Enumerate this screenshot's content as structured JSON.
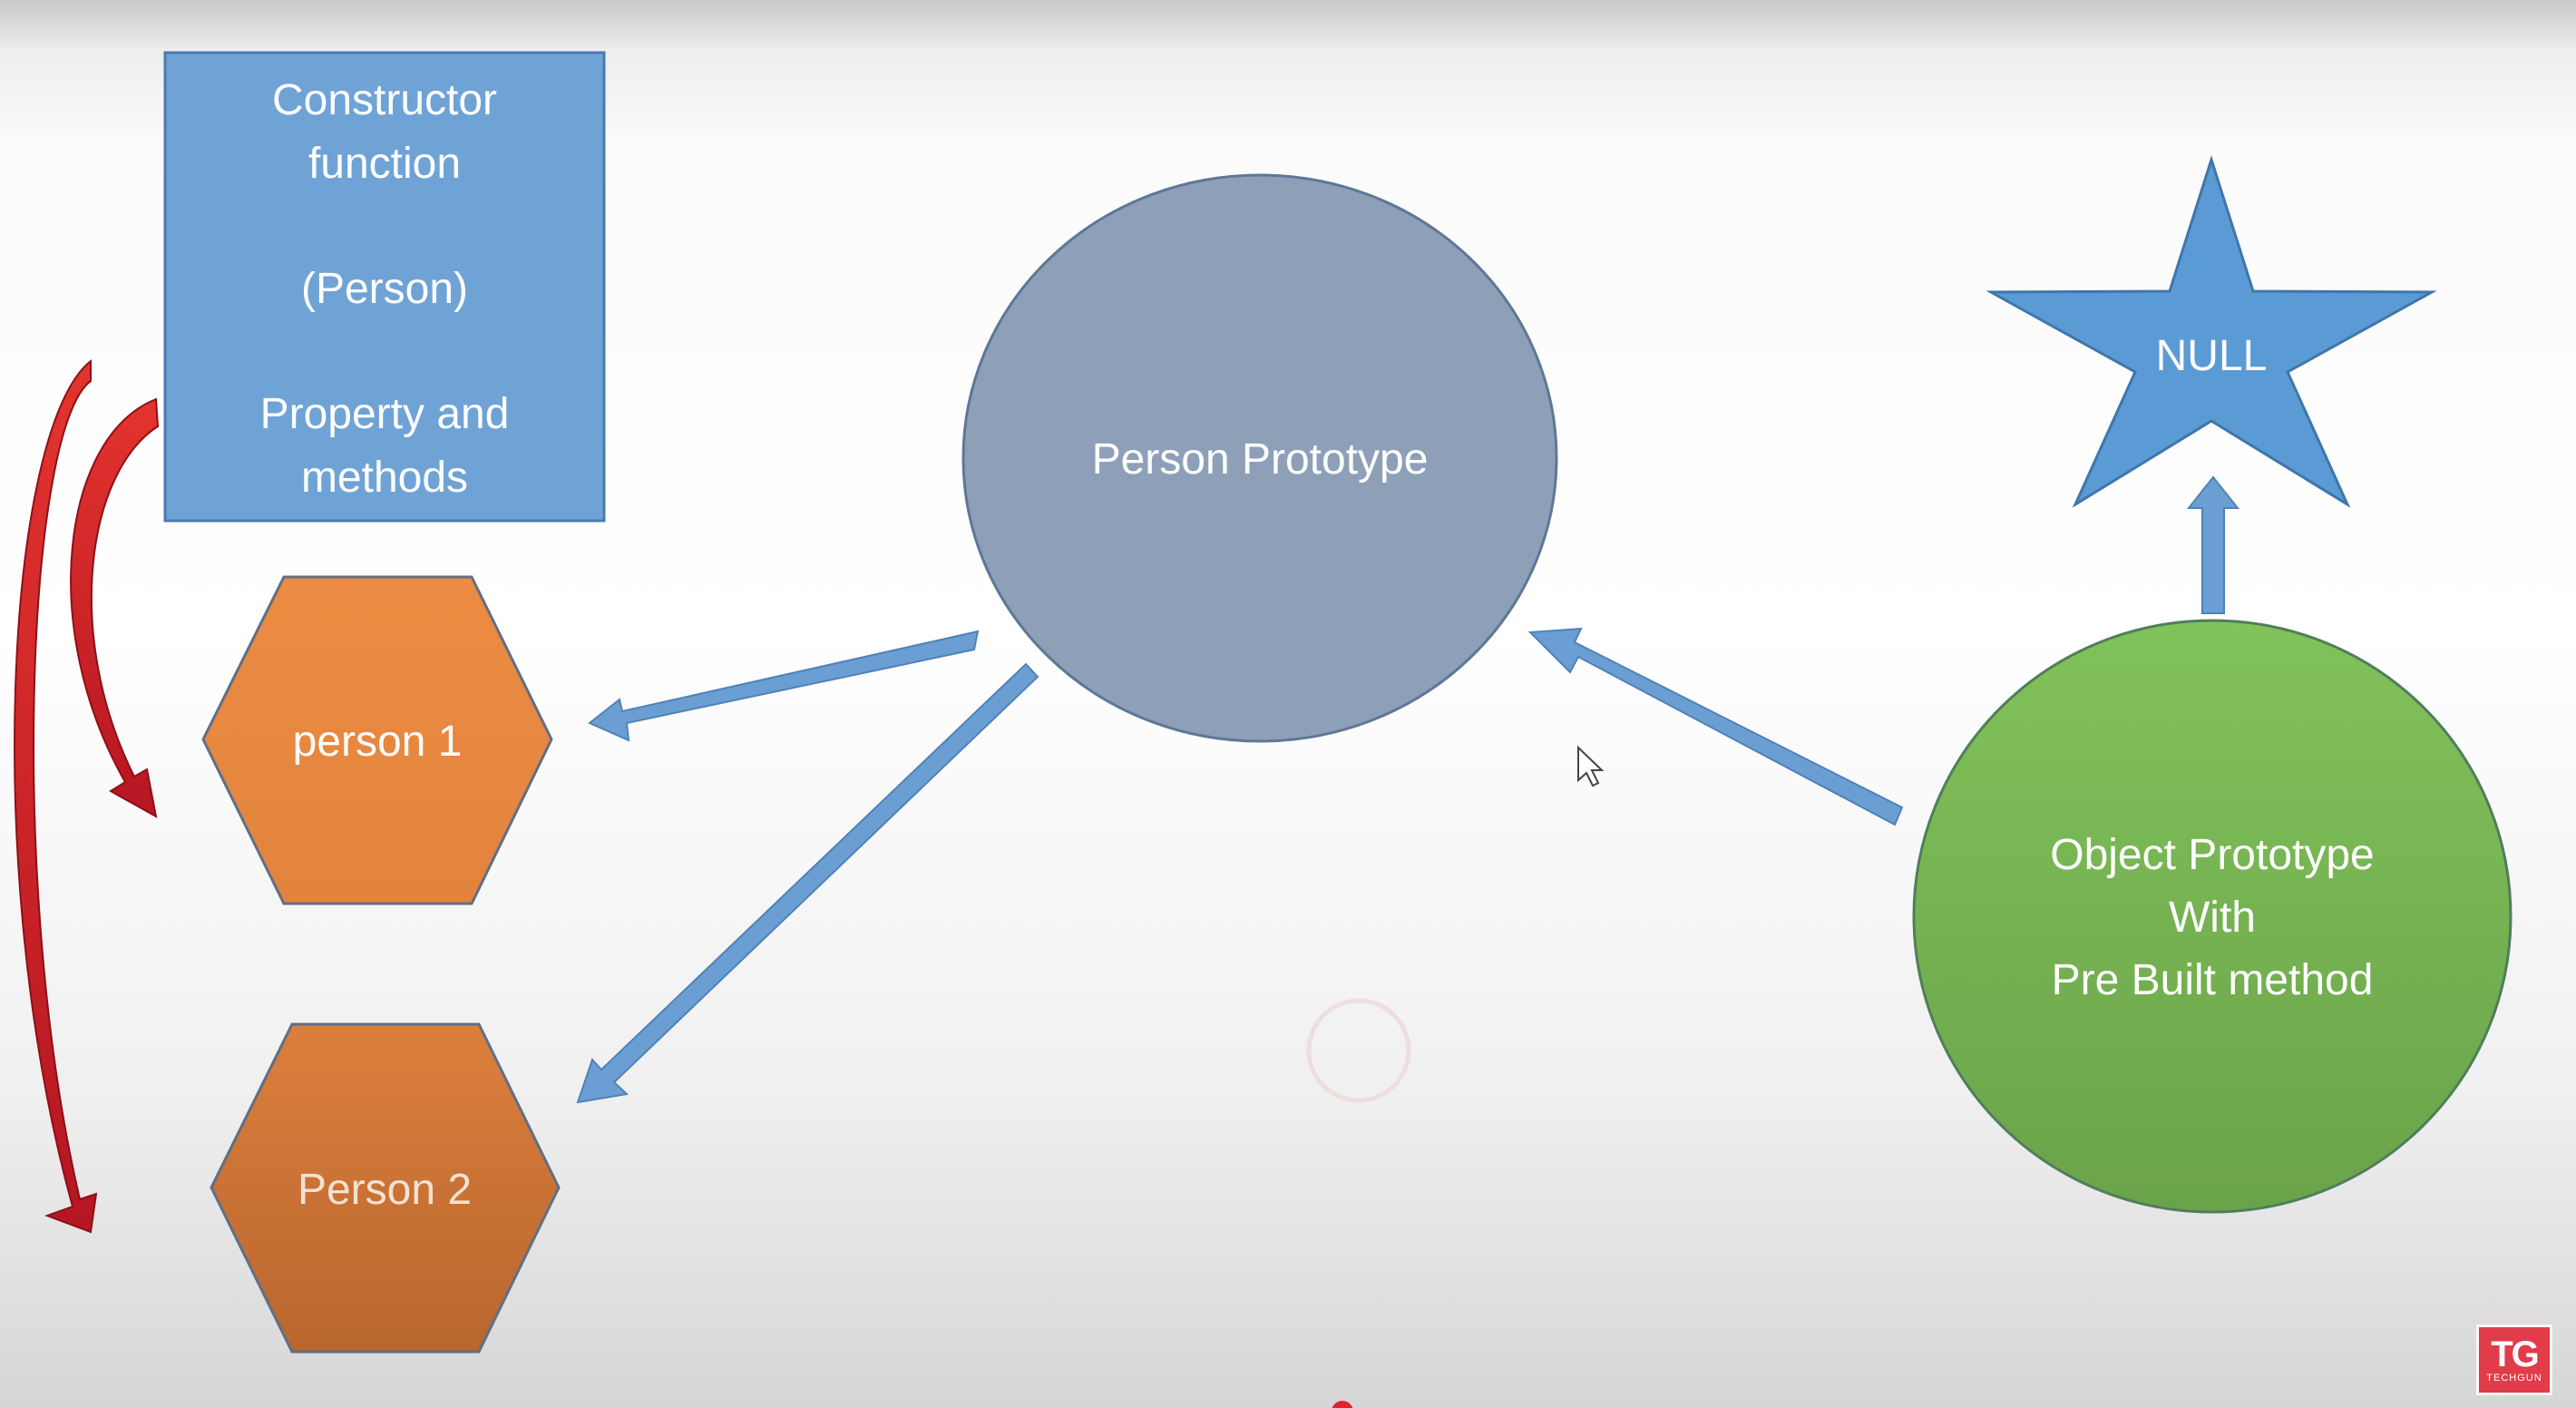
{
  "diagram": {
    "constructor_box": {
      "line1": "Constructor",
      "line2": "function",
      "line3": "(Person)",
      "line4": "Property and",
      "line5": "methods"
    },
    "person_prototype": {
      "label": "Person Prototype"
    },
    "null_star": {
      "label": "NULL"
    },
    "object_prototype": {
      "line1": "Object Prototype",
      "line2": "With",
      "line3": "Pre Built method"
    },
    "person1": {
      "label": "person 1"
    },
    "person2": {
      "label": "Person 2"
    }
  },
  "logo": {
    "mark": "TG",
    "sub": "TECHGUN"
  },
  "colors": {
    "box_blue": "#6fa3d6",
    "circle_slate": "#8ea0b8",
    "star_blue": "#5b9bd5",
    "green": "#78b656",
    "orange": "#e8873f",
    "arrow_blue": "#6b9fd4",
    "arrow_red": "#d9202a",
    "logo_red": "#e23b4a"
  }
}
